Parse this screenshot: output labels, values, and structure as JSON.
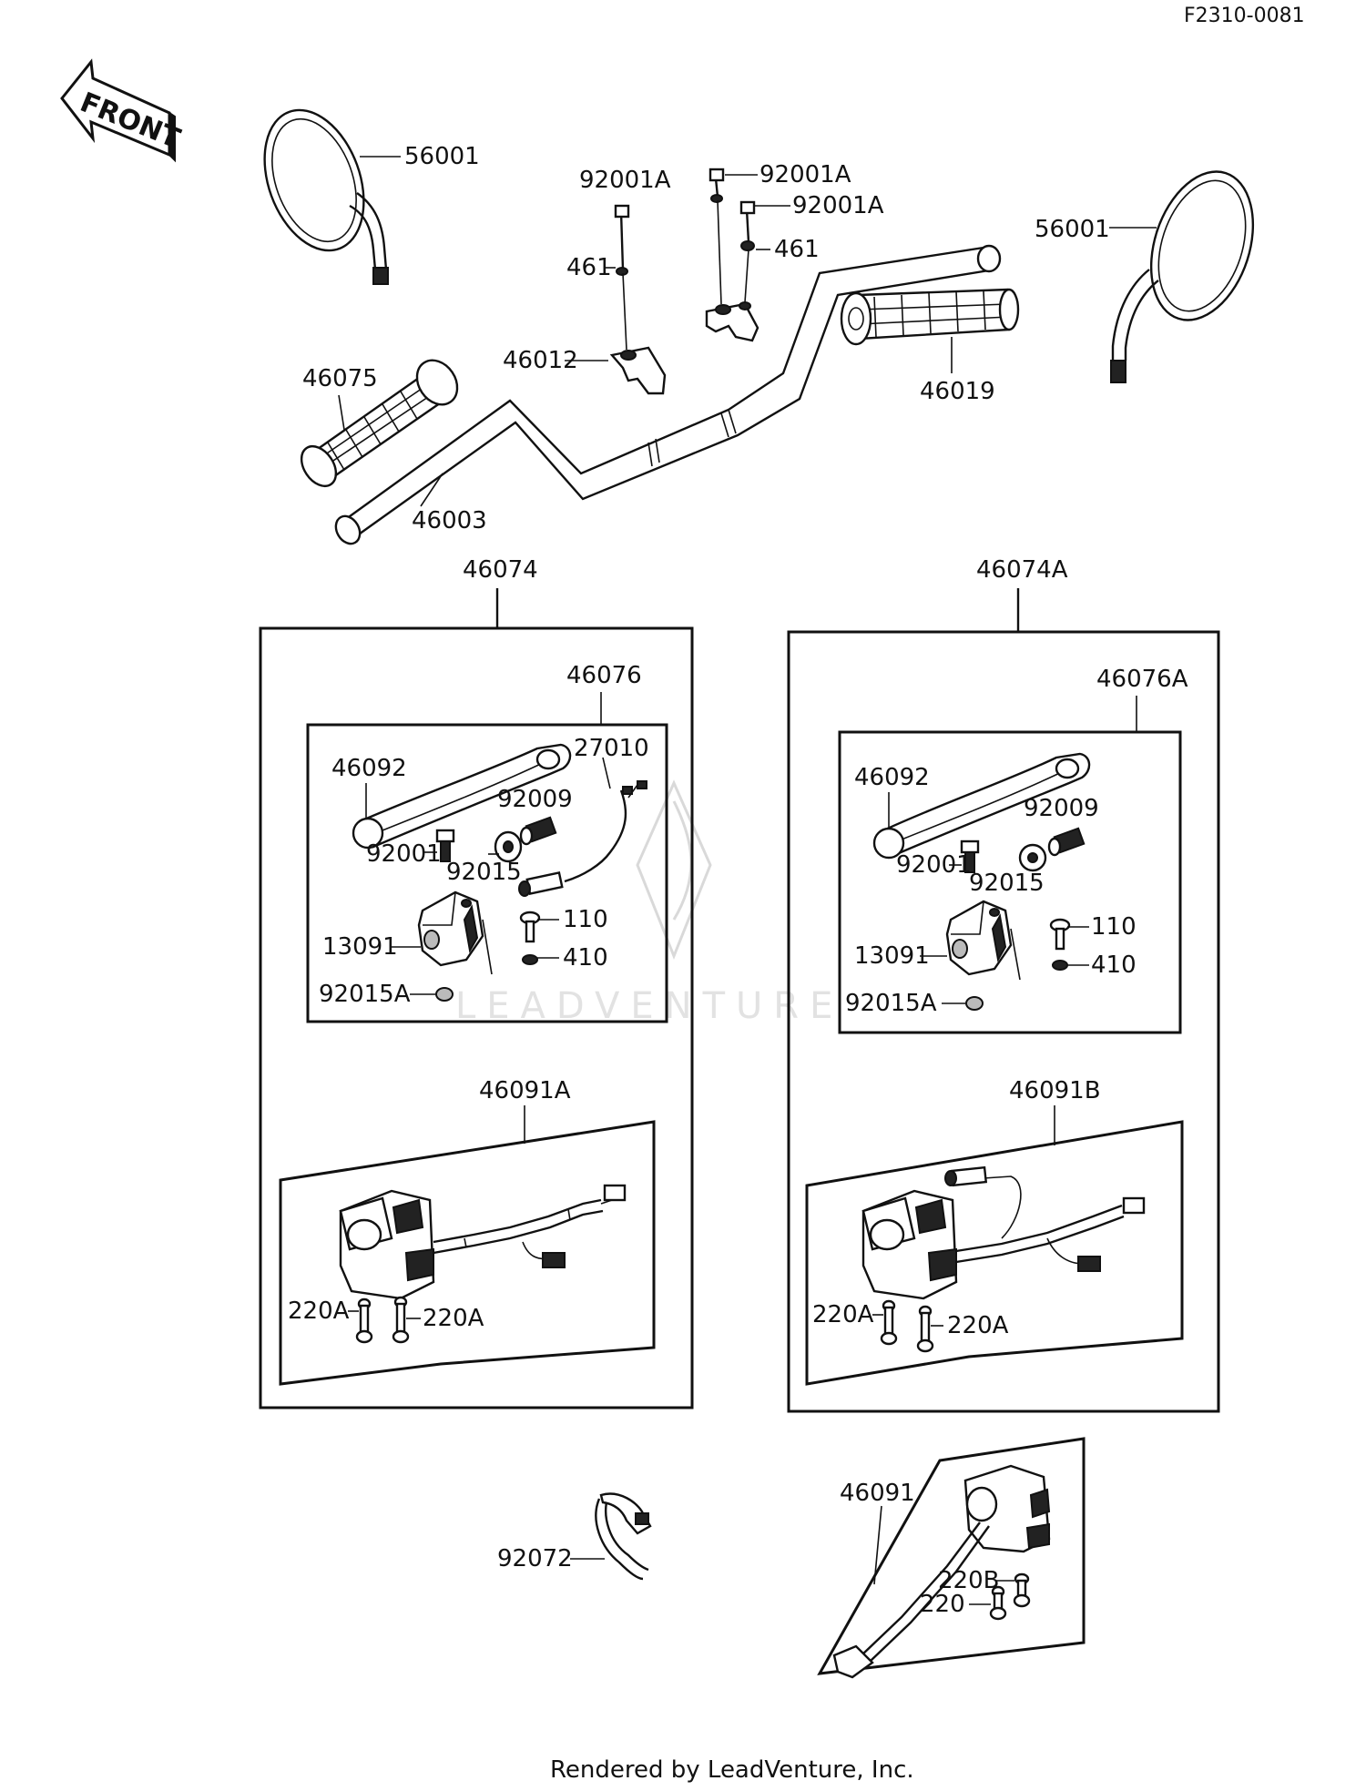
{
  "diagram_code": "F2310-0081",
  "front_label": "FRONT",
  "footer": "Rendered by LeadVenture, Inc.",
  "watermark": "LEADVENTURE",
  "labels": {
    "l56001_left": "56001",
    "l56001_right": "56001",
    "l92001A_a": "92001A",
    "l92001A_b": "92001A",
    "l92001A_c": "92001A",
    "l461_a": "461",
    "l461_b": "461",
    "l46012": "46012",
    "l46075": "46075",
    "l46019": "46019",
    "l46003": "46003",
    "l46074": "46074",
    "l46074A": "46074A",
    "l46076": "46076",
    "l46076A": "46076A",
    "l46092_a": "46092",
    "l46092_b": "46092",
    "l27010": "27010",
    "l92009_a": "92009",
    "l92009_b": "92009",
    "l92001_a": "92001",
    "l92001_b": "92001",
    "l92015_a": "92015",
    "l92015_b": "92015",
    "l110_a": "110",
    "l110_b": "110",
    "l13091_a": "13091",
    "l13091_b": "13091",
    "l410_a": "410",
    "l410_b": "410",
    "l92015A_a": "92015A",
    "l92015A_b": "92015A",
    "l46091A": "46091A",
    "l46091B": "46091B",
    "l220A_a": "220A",
    "l220A_b": "220A",
    "l220A_c": "220A",
    "l220A_d": "220A",
    "l92072": "92072",
    "l46091": "46091",
    "l220B": "220B",
    "l220": "220"
  }
}
